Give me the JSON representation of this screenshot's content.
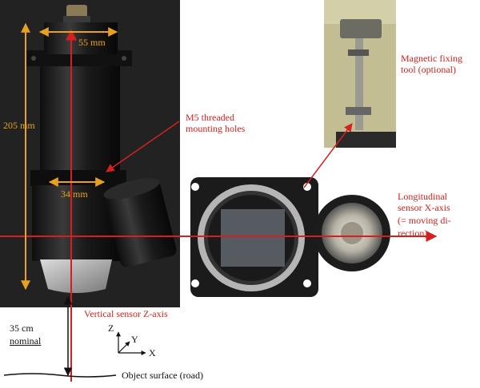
{
  "colors": {
    "annotation": "#d42020",
    "dim_arrow": "#e8a020",
    "sensor_body": "#1c1c1c",
    "background": "#ffffff"
  },
  "dimensions": {
    "top_width": "55 mm",
    "height": "205 mm",
    "mount_width": "34 mm",
    "standoff_value": "35 cm",
    "standoff_note": "nominal"
  },
  "callouts": {
    "mounting_holes_line1": "M5 threaded",
    "mounting_holes_line2": "mounting holes",
    "fixing_tool_line1": "Magnetic fixing",
    "fixing_tool_line2": "tool (optional)",
    "x_axis_line1": "Longitudinal",
    "x_axis_line2": "sensor X-axis",
    "x_axis_line3": "(= moving di-",
    "x_axis_line4": "rection)",
    "z_axis": "Vertical sensor Z-axis",
    "surface": "Object surface (road)"
  },
  "axes": {
    "z": "Z",
    "y": "Y",
    "x": "X"
  },
  "icons": [
    "sensor-side-photo",
    "sensor-bottom-photo",
    "magnetic-tool-photo"
  ]
}
